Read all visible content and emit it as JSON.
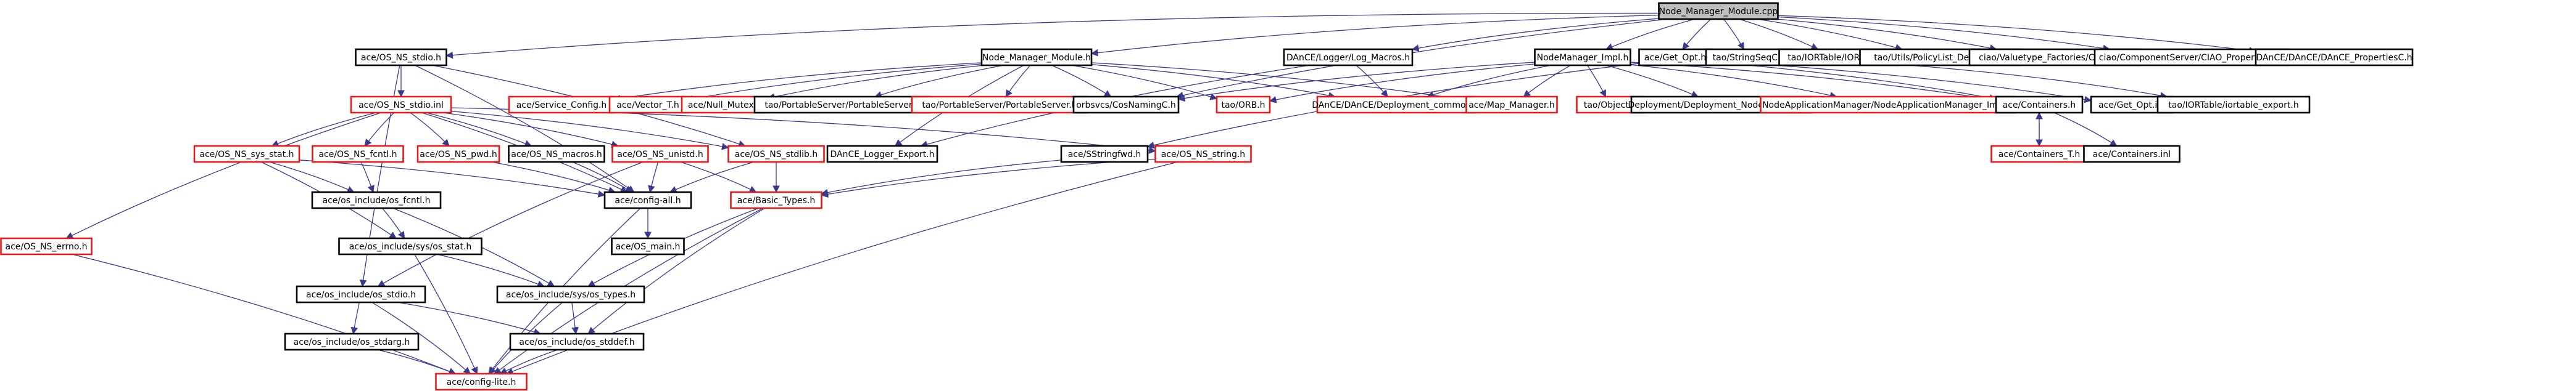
{
  "graph": {
    "style": {
      "edge_color": "#3a3a8c",
      "root_fill": "#bfbfbf",
      "black_border": "#000000",
      "red_border": "#e01b1b"
    },
    "nodes": [
      {
        "id": "root",
        "label": "Node_Manager_Module.cpp",
        "border": "black",
        "fill": "gray"
      },
      {
        "id": "stdio_h",
        "label": "ace/OS_NS_stdio.h",
        "border": "black"
      },
      {
        "id": "nmm_h",
        "label": "Node_Manager_Module.h",
        "border": "black"
      },
      {
        "id": "logger_macros",
        "label": "DAnCE/Logger/Log_Macros.h",
        "border": "black"
      },
      {
        "id": "nm_impl",
        "label": "NodeManager_Impl.h",
        "border": "black"
      },
      {
        "id": "get_opt_h",
        "label": "ace/Get_Opt.h",
        "border": "black"
      },
      {
        "id": "stringseqc",
        "label": "tao/StringSeqC.h",
        "border": "black"
      },
      {
        "id": "iortable_h",
        "label": "tao/IORTable/IORTable.h",
        "border": "black"
      },
      {
        "id": "policylist",
        "label": "tao/Utils/PolicyList_Destroyer.h",
        "border": "black"
      },
      {
        "id": "valuetype",
        "label": "ciao/Valuetype_Factories/Cookies.h",
        "border": "black"
      },
      {
        "id": "ciao_props",
        "label": "ciao/ComponentServer/CIAO_PropertiesC.h",
        "border": "black"
      },
      {
        "id": "dance_props",
        "label": "DAnCE/DAnCE/DAnCE_PropertiesC.h",
        "border": "black"
      },
      {
        "id": "stdio_inl",
        "label": "ace/OS_NS_stdio.inl",
        "border": "red"
      },
      {
        "id": "service_config",
        "label": "ace/Service_Config.h",
        "border": "red"
      },
      {
        "id": "vector_t",
        "label": "ace/Vector_T.h",
        "border": "red"
      },
      {
        "id": "null_mutex",
        "label": "ace/Null_Mutex.h",
        "border": "red"
      },
      {
        "id": "portable_server_h",
        "label": "tao/PortableServer/PortableServer.h",
        "border": "black"
      },
      {
        "id": "portable_server_s",
        "label": "tao/PortableServer/PortableServer.h",
        "border": "red"
      },
      {
        "id": "cosnaming",
        "label": "orbsvcs/CosNamingC.h",
        "border": "black"
      },
      {
        "id": "tao_orb",
        "label": "tao/ORB.h",
        "border": "red"
      },
      {
        "id": "deployment_common",
        "label": "DAnCE/DAnCE/Deployment_common.h",
        "border": "red"
      },
      {
        "id": "map_manager",
        "label": "ace/Map_Manager.h",
        "border": "red"
      },
      {
        "id": "tao_object",
        "label": "tao/Object.h",
        "border": "red"
      },
      {
        "id": "deployment_nms",
        "label": "Deployment/Deployment_NodeManagerS.h",
        "border": "black"
      },
      {
        "id": "nam_impl",
        "label": "NodeApplicationManager/NodeApplicationManager_Impl.h",
        "border": "red"
      },
      {
        "id": "containers_h",
        "label": "ace/Containers.h",
        "border": "black"
      },
      {
        "id": "get_opt_inl",
        "label": "ace/Get_Opt.inl",
        "border": "black"
      },
      {
        "id": "iortable_export",
        "label": "tao/IORTable/iortable_export.h",
        "border": "black"
      },
      {
        "id": "sys_stat",
        "label": "ace/OS_NS_sys_stat.h",
        "border": "red"
      },
      {
        "id": "fcntl_h",
        "label": "ace/OS_NS_fcntl.h",
        "border": "red"
      },
      {
        "id": "pwd_h",
        "label": "ace/OS_NS_pwd.h",
        "border": "red"
      },
      {
        "id": "macros_h",
        "label": "ace/OS_NS_macros.h",
        "border": "black"
      },
      {
        "id": "unistd_h",
        "label": "ace/OS_NS_unistd.h",
        "border": "red"
      },
      {
        "id": "stdlib_h",
        "label": "ace/OS_NS_stdlib.h",
        "border": "red"
      },
      {
        "id": "logger_export",
        "label": "DAnCE_Logger_Export.h",
        "border": "black"
      },
      {
        "id": "sstringfwd",
        "label": "ace/SStringfwd.h",
        "border": "black"
      },
      {
        "id": "string_h",
        "label": "ace/OS_NS_string.h",
        "border": "red"
      },
      {
        "id": "containers_t",
        "label": "ace/Containers_T.h",
        "border": "red"
      },
      {
        "id": "containers_inl",
        "label": "ace/Containers.inl",
        "border": "black"
      },
      {
        "id": "os_fcntl",
        "label": "ace/os_include/os_fcntl.h",
        "border": "black"
      },
      {
        "id": "config_all",
        "label": "ace/config-all.h",
        "border": "black"
      },
      {
        "id": "basic_types",
        "label": "ace/Basic_Types.h",
        "border": "red"
      },
      {
        "id": "errno_h",
        "label": "ace/OS_NS_errno.h",
        "border": "red"
      },
      {
        "id": "sys_os_stat",
        "label": "ace/os_include/sys/os_stat.h",
        "border": "black"
      },
      {
        "id": "os_main",
        "label": "ace/OS_main.h",
        "border": "black"
      },
      {
        "id": "sys_os_types",
        "label": "ace/os_include/sys/os_types.h",
        "border": "black"
      },
      {
        "id": "os_stdio",
        "label": "ace/os_include/os_stdio.h",
        "border": "black"
      },
      {
        "id": "os_stdarg",
        "label": "ace/os_include/os_stdarg.h",
        "border": "black"
      },
      {
        "id": "os_stddef",
        "label": "ace/os_include/os_stddef.h",
        "border": "black"
      },
      {
        "id": "config_lite",
        "label": "ace/config-lite.h",
        "border": "red"
      }
    ],
    "edges": [
      [
        "root",
        "stdio_h"
      ],
      [
        "root",
        "nmm_h"
      ],
      [
        "root",
        "logger_macros"
      ],
      [
        "root",
        "nm_impl"
      ],
      [
        "root",
        "get_opt_h"
      ],
      [
        "root",
        "stringseqc"
      ],
      [
        "root",
        "iortable_h"
      ],
      [
        "root",
        "policylist"
      ],
      [
        "root",
        "valuetype"
      ],
      [
        "root",
        "ciao_props"
      ],
      [
        "root",
        "dance_props"
      ],
      [
        "root",
        "cosnaming"
      ],
      [
        "stdio_h",
        "stdio_inl"
      ],
      [
        "stdio_h",
        "stdlib_h"
      ],
      [
        "stdio_h",
        "os_stdio"
      ],
      [
        "stdio_h",
        "config_all"
      ],
      [
        "stdio_inl",
        "errno_h"
      ],
      [
        "stdio_inl",
        "sys_stat"
      ],
      [
        "stdio_inl",
        "fcntl_h"
      ],
      [
        "stdio_inl",
        "pwd_h"
      ],
      [
        "stdio_inl",
        "macros_h"
      ],
      [
        "stdio_inl",
        "unistd_h"
      ],
      [
        "stdio_inl",
        "stdlib_h"
      ],
      [
        "stdio_inl",
        "string_h"
      ],
      [
        "stdio_inl",
        "config_all"
      ],
      [
        "nmm_h",
        "service_config"
      ],
      [
        "nmm_h",
        "vector_t"
      ],
      [
        "nmm_h",
        "null_mutex"
      ],
      [
        "nmm_h",
        "portable_server_h"
      ],
      [
        "nmm_h",
        "portable_server_s"
      ],
      [
        "nmm_h",
        "cosnaming"
      ],
      [
        "nmm_h",
        "tao_orb"
      ],
      [
        "nmm_h",
        "deployment_common"
      ],
      [
        "nmm_h",
        "map_manager"
      ],
      [
        "nmm_h",
        "logger_export"
      ],
      [
        "logger_macros",
        "deployment_common"
      ],
      [
        "logger_macros",
        "logger_export"
      ],
      [
        "nm_impl",
        "cosnaming"
      ],
      [
        "nm_impl",
        "tao_orb"
      ],
      [
        "nm_impl",
        "deployment_common"
      ],
      [
        "nm_impl",
        "map_manager"
      ],
      [
        "nm_impl",
        "tao_object"
      ],
      [
        "nm_impl",
        "deployment_nms"
      ],
      [
        "nm_impl",
        "nam_impl"
      ],
      [
        "nm_impl",
        "containers_h"
      ],
      [
        "get_opt_h",
        "containers_h"
      ],
      [
        "get_opt_h",
        "get_opt_inl"
      ],
      [
        "get_opt_h",
        "sstringfwd"
      ],
      [
        "iortable_h",
        "iortable_export"
      ],
      [
        "containers_h",
        "containers_t"
      ],
      [
        "containers_h",
        "containers_inl"
      ],
      [
        "containers_t",
        "containers_h"
      ],
      [
        "sys_stat",
        "os_fcntl"
      ],
      [
        "sys_stat",
        "sys_os_stat"
      ],
      [
        "sys_stat",
        "config_all"
      ],
      [
        "fcntl_h",
        "os_fcntl"
      ],
      [
        "pwd_h",
        "config_all"
      ],
      [
        "macros_h",
        "config_all"
      ],
      [
        "unistd_h",
        "config_all"
      ],
      [
        "unistd_h",
        "basic_types"
      ],
      [
        "unistd_h",
        "os_stdio"
      ],
      [
        "stdlib_h",
        "config_all"
      ],
      [
        "stdlib_h",
        "basic_types"
      ],
      [
        "sstringfwd",
        "basic_types"
      ],
      [
        "string_h",
        "basic_types"
      ],
      [
        "string_h",
        "config_lite"
      ],
      [
        "os_fcntl",
        "sys_os_stat"
      ],
      [
        "os_fcntl",
        "sys_os_types"
      ],
      [
        "config_all",
        "os_main"
      ],
      [
        "config_all",
        "config_lite"
      ],
      [
        "basic_types",
        "sys_os_types"
      ],
      [
        "basic_types",
        "os_stddef"
      ],
      [
        "basic_types",
        "config_lite"
      ],
      [
        "sys_os_stat",
        "sys_os_types"
      ],
      [
        "sys_os_stat",
        "config_lite"
      ],
      [
        "sys_os_types",
        "os_stddef"
      ],
      [
        "sys_os_types",
        "config_lite"
      ],
      [
        "os_stdio",
        "os_stdarg"
      ],
      [
        "os_stdio",
        "os_stddef"
      ],
      [
        "os_stdio",
        "config_lite"
      ],
      [
        "os_stdarg",
        "config_lite"
      ],
      [
        "os_stddef",
        "config_lite"
      ],
      [
        "errno_h",
        "config_lite"
      ]
    ]
  }
}
